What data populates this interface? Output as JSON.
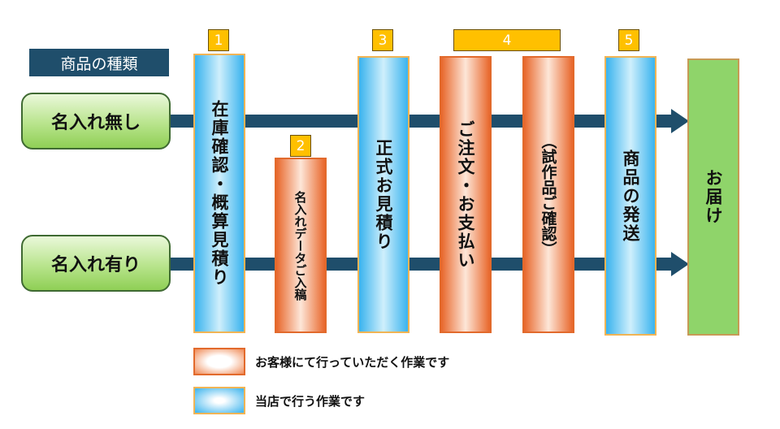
{
  "category_label": "商品の種類",
  "rows": {
    "no_name": "名入れ無し",
    "with_name": "名入れ有り"
  },
  "badges": [
    "1",
    "2",
    "3",
    "4",
    "5"
  ],
  "steps": {
    "step1": "在庫確認・概算見積り",
    "step2": "名入れデータご入稿",
    "step3": "正式お見積り",
    "step4a": "ご注文・お支払い",
    "step4b": "（試作品ご確認）",
    "step5": "商品の発送",
    "final": "お届け"
  },
  "legend": {
    "customer": "お客様にて行っていただく作業です",
    "store": "当店で行う作業です"
  },
  "colors": {
    "navy": "#1f4e6b",
    "badge": "#ffc000",
    "green": "#8fd46a",
    "orange": "#e8662a",
    "blue": "#39b3ee"
  }
}
